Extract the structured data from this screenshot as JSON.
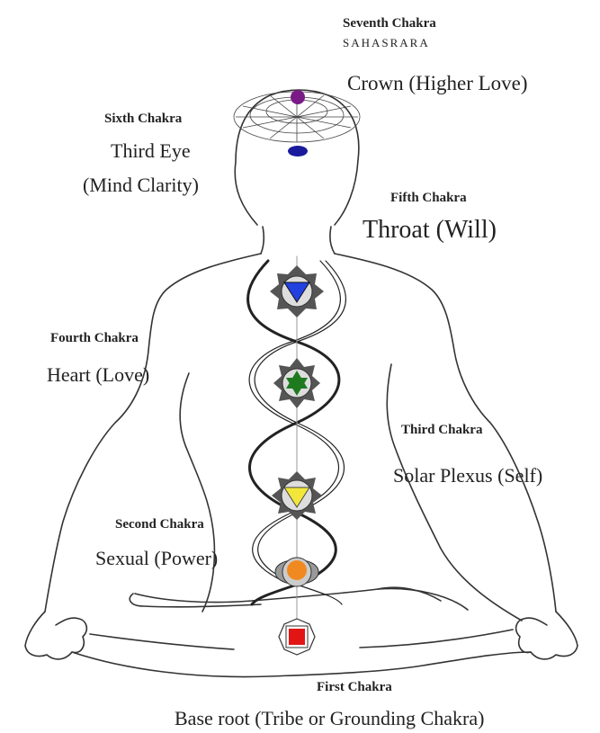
{
  "chakras": {
    "seventh": {
      "heading": "Seventh Chakra",
      "sanskrit": "SAHASRARA",
      "name": "Crown (Higher Love)",
      "color": "#7a1a86"
    },
    "sixth": {
      "heading": "Sixth Chakra",
      "name_line1": "Third Eye",
      "name_line2": "(Mind Clarity)",
      "color": "#1a1a9c"
    },
    "fifth": {
      "heading": "Fifth Chakra",
      "name": "Throat (Will)",
      "color": "#2340e0"
    },
    "fourth": {
      "heading": "Fourth Chakra",
      "name": "Heart (Love)",
      "color": "#1f7a1f"
    },
    "third": {
      "heading": "Third Chakra",
      "name": "Solar Plexus (Self)",
      "color": "#f2e63a"
    },
    "second": {
      "heading": "Second Chakra",
      "name": "Sexual (Power)",
      "color": "#f08a20"
    },
    "first": {
      "heading": "First Chakra",
      "name": "Base root (Tribe or Grounding Chakra)",
      "color": "#e31414"
    }
  },
  "colors": {
    "outline": "#333333",
    "background": "#ffffff"
  }
}
